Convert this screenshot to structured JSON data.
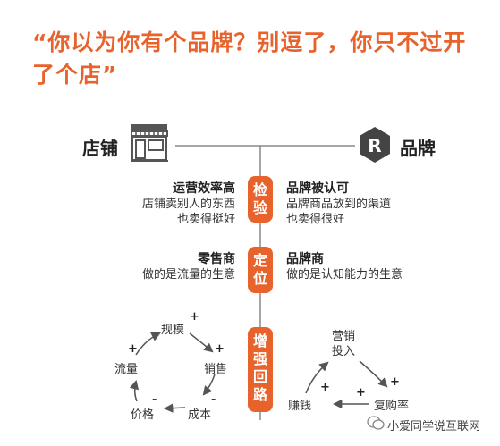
{
  "title": "“你以为你有个品牌？别逗了，你只不过开了个店”",
  "store_label": "店铺",
  "brand_label": "品牌",
  "brand_logo_letter": "R",
  "colors": {
    "accent": "#e8632c",
    "line": "#888888",
    "text": "#333333"
  },
  "sections": [
    {
      "pill": [
        "检",
        "验"
      ],
      "left_title": "运营效率高",
      "left_lines": [
        "店铺卖别人的东西",
        "也卖得挺好"
      ],
      "right_title": "品牌被认可",
      "right_lines": [
        "品牌商品放到的渠道",
        "也卖得很好"
      ]
    },
    {
      "pill": [
        "定",
        "位"
      ],
      "left_title": "零售商",
      "left_lines": [
        "做的是流量的生意"
      ],
      "right_title": "品牌商",
      "right_lines": [
        "做的是认知能力的生意"
      ]
    },
    {
      "pill": [
        "增",
        "强",
        "回",
        "路"
      ]
    }
  ],
  "left_loop": {
    "nodes": [
      "规模",
      "销售",
      "成本",
      "价格",
      "流量"
    ],
    "signs": [
      "+",
      "+",
      "-",
      "-",
      "+"
    ]
  },
  "right_loop": {
    "nodes": [
      "营销投入",
      "复购率",
      "赚钱"
    ],
    "signs": [
      "+",
      "+",
      "+"
    ]
  },
  "watermark": "小爱同学说互联网"
}
